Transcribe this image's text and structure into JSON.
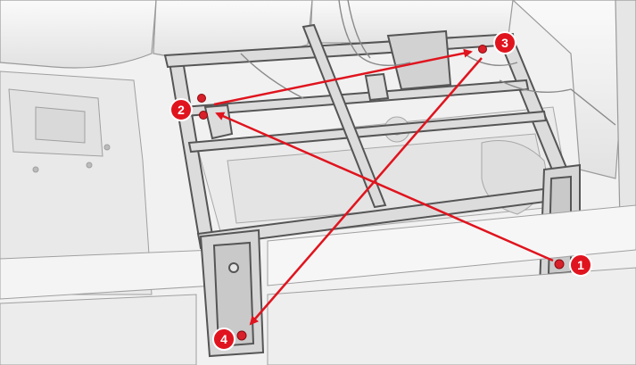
{
  "diagram": {
    "steps": [
      {
        "label": "1"
      },
      {
        "label": "2"
      },
      {
        "label": "3"
      },
      {
        "label": "4"
      }
    ],
    "colors": {
      "accent": "#e0141e",
      "fastener": "#d8202a",
      "line_art": "#6b6b6b",
      "background": "#f2f2f2"
    },
    "icons": [
      "seat-frame-illustration",
      "bolt-icon",
      "sequence-arrow"
    ]
  }
}
